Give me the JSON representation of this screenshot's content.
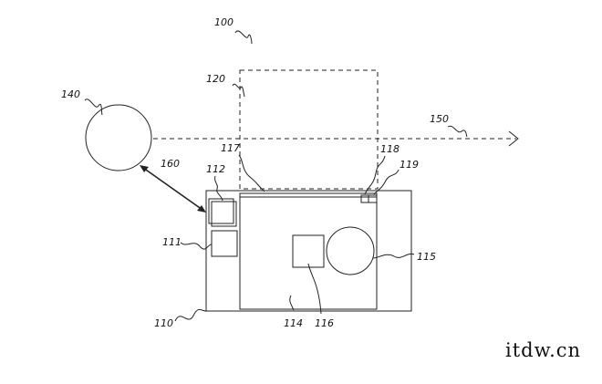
{
  "labels": {
    "l100": "100",
    "l120": "120",
    "l140": "140",
    "l150": "150",
    "l160": "160",
    "l117": "117",
    "l118": "118",
    "l119": "119",
    "l112": "112",
    "l111": "111",
    "l115": "115",
    "l110": "110",
    "l114": "114",
    "l116": "116"
  },
  "watermark": "itdw.cn",
  "colors": {
    "line": "#222222",
    "background": "#ffffff"
  }
}
